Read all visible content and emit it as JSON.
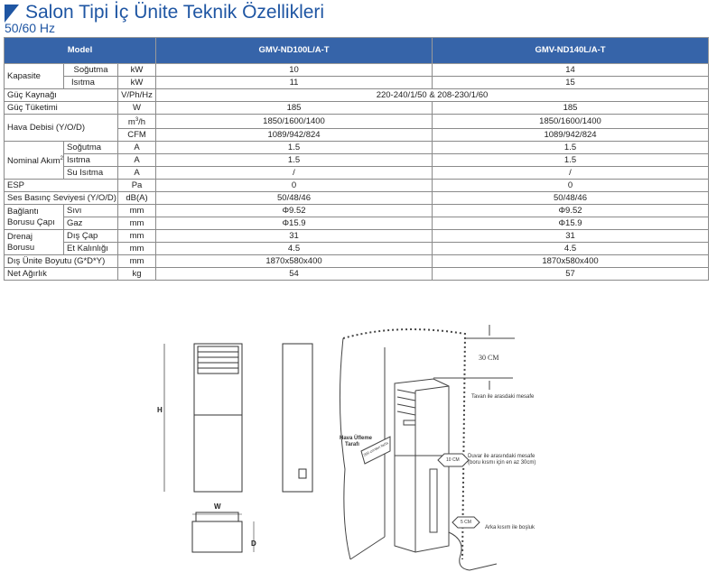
{
  "title": "Salon Tipi İç Ünite Teknik Özellikleri",
  "subtitle": "50/60 Hz",
  "table": {
    "model_label": "Model",
    "models": [
      "GMV-ND100L/A-T",
      "GMV-ND140L/A-T"
    ],
    "kapasite": "Kapasite",
    "sogutma": "Soğutma",
    "isitma": "Isıtma",
    "kw": "kW",
    "cap": [
      [
        "10",
        "14"
      ],
      [
        "11",
        "15"
      ]
    ],
    "guc_kaynagi": "Güç Kaynağı",
    "guc_unit": "V/Ph/Hz",
    "guc_value": "220-240/1/50 & 208-230/1/60",
    "guc_tuketimi": "Güç Tüketimi",
    "w": "W",
    "tuketim": [
      "185",
      "185"
    ],
    "hava": "Hava Debisi (Y/O/D)",
    "m3h": "m",
    "m3h_sup": "3",
    "m3h_tail": "/h",
    "hava_m3": [
      "1850/1600/1400",
      "1850/1600/1400"
    ],
    "cfm": "CFM",
    "hava_cfm": [
      "1089/942/824",
      "1089/942/824"
    ],
    "nominal": "Nominal Akım",
    "nominal_sup": "2",
    "su_isitma": "Su Isıtma",
    "a": "A",
    "akim": [
      [
        "1.5",
        "1.5"
      ],
      [
        "1.5",
        "1.5"
      ],
      [
        "/",
        "/"
      ]
    ],
    "esp": "ESP",
    "pa": "Pa",
    "esp_val": [
      "0",
      "0"
    ],
    "ses": "Ses Basınç Seviyesi (Y/O/D)",
    "db": "dB(A)",
    "ses_val": [
      "50/48/46",
      "50/48/46"
    ],
    "baglanti1": "Bağlantı",
    "baglanti2": "Borusu Çapı",
    "sivi": "Sıvı",
    "gaz": "Gaz",
    "mm": "mm",
    "sivi_val": [
      "Φ9.52",
      "Φ9.52"
    ],
    "gaz_val": [
      "Φ15.9",
      "Φ15.9"
    ],
    "drenaj1": "Drenaj",
    "drenaj2": "Borusu",
    "dis_cap": "Dış Çap",
    "et": "Et Kalınlığı",
    "dis_cap_val": [
      "31",
      "31"
    ],
    "et_val": [
      "4.5",
      "4.5"
    ],
    "boyut": "Dış Ünite Boyutu (G*D*Y)",
    "boyut_val": [
      "1870x580x400",
      "1870x580x400"
    ],
    "agirlik": "Net Ağırlık",
    "kg": "kg",
    "agirlik_val": [
      "54",
      "57"
    ]
  },
  "diagram": {
    "h": "H",
    "w": "W",
    "d": "D",
    "cm30": "30 CM",
    "tavan": "Tavan ile arasdaki mesafe",
    "hava1": "Hava Üfleme",
    "hava2": "Tarafı",
    "arrow200": "200 cm'den fazla",
    "cm10": "10 CM",
    "duvar1": "Duvar ile arasındaki mesafe",
    "duvar2": "(boru kısmı için en az 30cm)",
    "cm5": "5 CM",
    "arka": "Arka kısım ile boşluk"
  }
}
